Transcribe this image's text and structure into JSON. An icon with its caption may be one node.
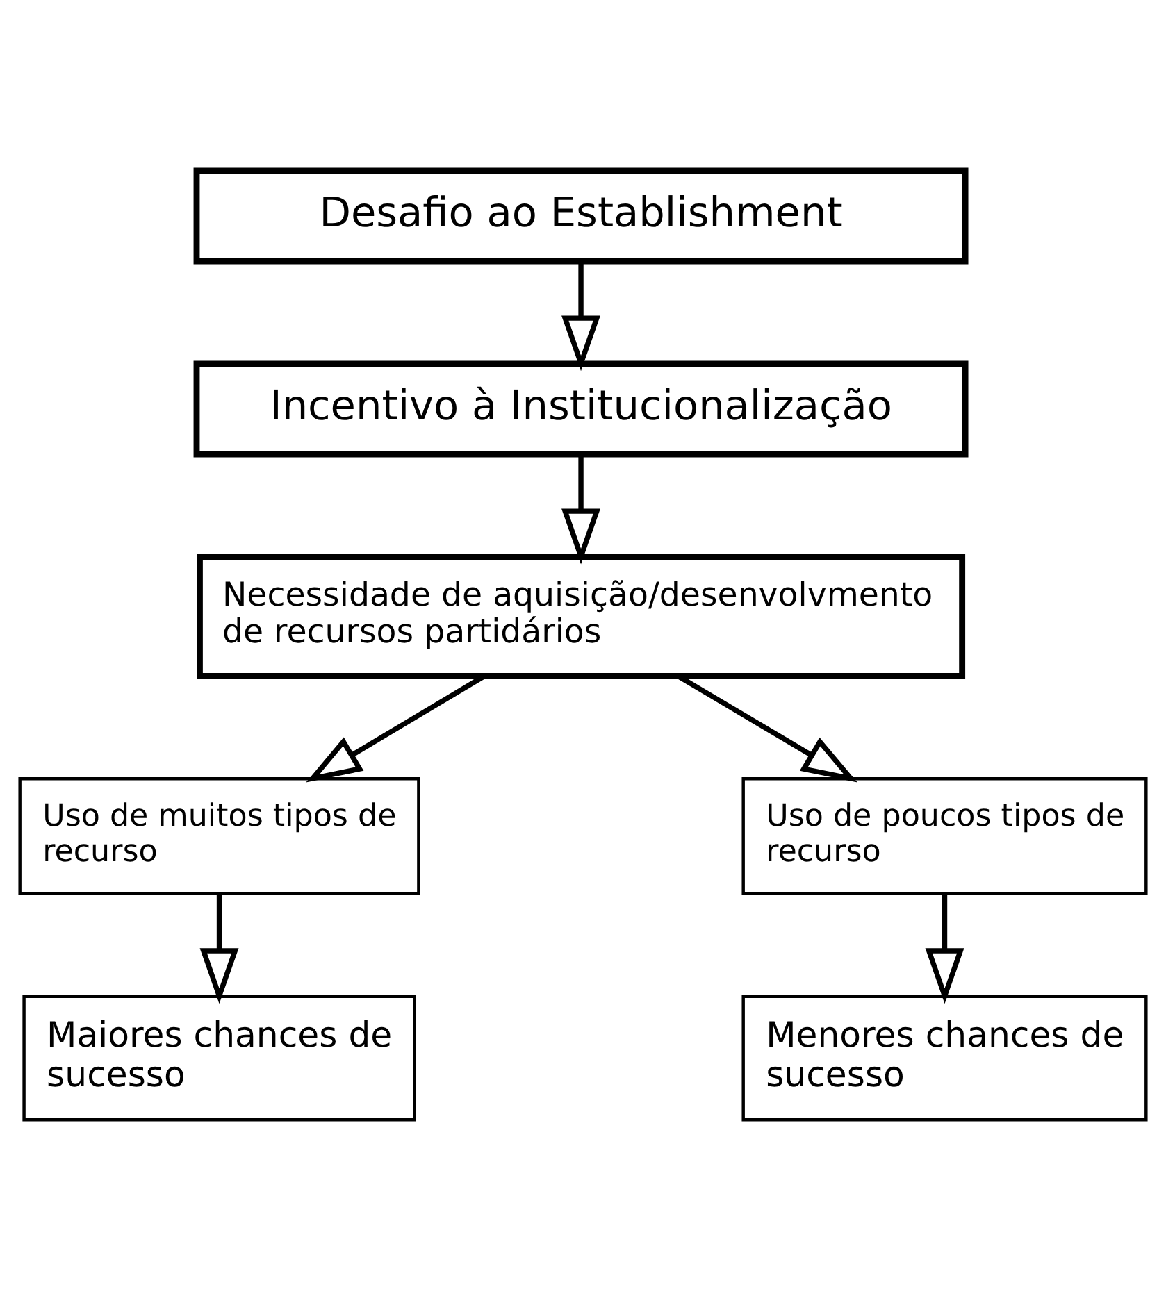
{
  "diagram": {
    "nodes": [
      {
        "text": [
          "Desafio ao Establishment"
        ]
      },
      {
        "text": [
          "Incentivo à Institucionalização"
        ]
      },
      {
        "text": [
          "Necessidade de aquisição/desenvolvmento de recursos partidários"
        ]
      },
      {
        "text": [
          "Uso de muitos tipos de recurso"
        ]
      },
      {
        "text": [
          "Uso de poucos tipos de recurso"
        ]
      },
      {
        "text": [
          "Maiores chances de sucesso"
        ]
      },
      {
        "text": [
          "Menores chances de sucesso"
        ]
      }
    ],
    "edges": [
      {
        "from": 0,
        "to": 1,
        "arrow": "to"
      },
      {
        "from": 1,
        "to": 2,
        "arrow": "to"
      },
      {
        "from": 2,
        "to": 3,
        "arrow": "to"
      },
      {
        "from": 2,
        "to": 4,
        "arrow": "to"
      },
      {
        "from": 3,
        "to": 5,
        "arrow": "to"
      },
      {
        "from": 4,
        "to": 6,
        "arrow": "to"
      }
    ]
  }
}
